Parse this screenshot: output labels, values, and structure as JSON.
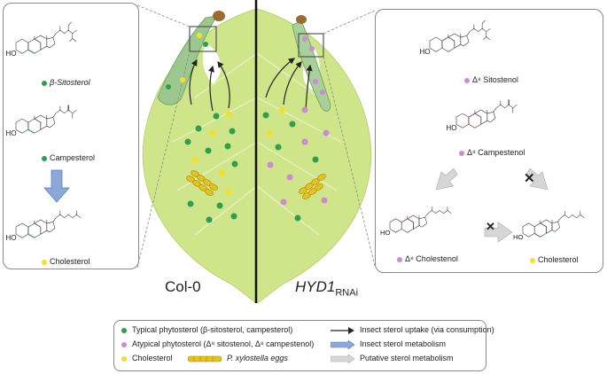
{
  "colors": {
    "typical": "#2e9e4f",
    "atypical": "#cf8ad6",
    "cholesterol": "#f6df2a",
    "leaf": "#cfe58a",
    "insect_metab_arrow": "#8aa8d8",
    "putative_arrow": "#cfcfcf"
  },
  "left_panel": {
    "sitosterol": "β-Sitosterol",
    "campesterol": "Campesterol",
    "cholesterol": "Cholesterol"
  },
  "right_panel": {
    "sitostenol": "Δ⁸ Sitostenol",
    "campestenol": "Δ⁸ Campestenol",
    "cholestenol": "Δ⁸ Cholestenol",
    "cholesterol": "Cholesterol",
    "blocked_mark": "✕"
  },
  "center": {
    "col_label": "Col-0",
    "hyd_label": "HYD1",
    "hyd_sub": "RNAi"
  },
  "legend": {
    "typical": "Typical phytosterol (β-sitosterol, campesterol)",
    "atypical": "Atypical phytosterol (Δ⁸ sitostenol, Δ⁸ campestenol)",
    "cholesterol": "Cholesterol",
    "eggs": "P. xylostella eggs",
    "uptake": "Insect sterol uptake (via consumption)",
    "metabolism": "Insect sterol metabolism",
    "putative": "Putative sterol metabolism"
  }
}
